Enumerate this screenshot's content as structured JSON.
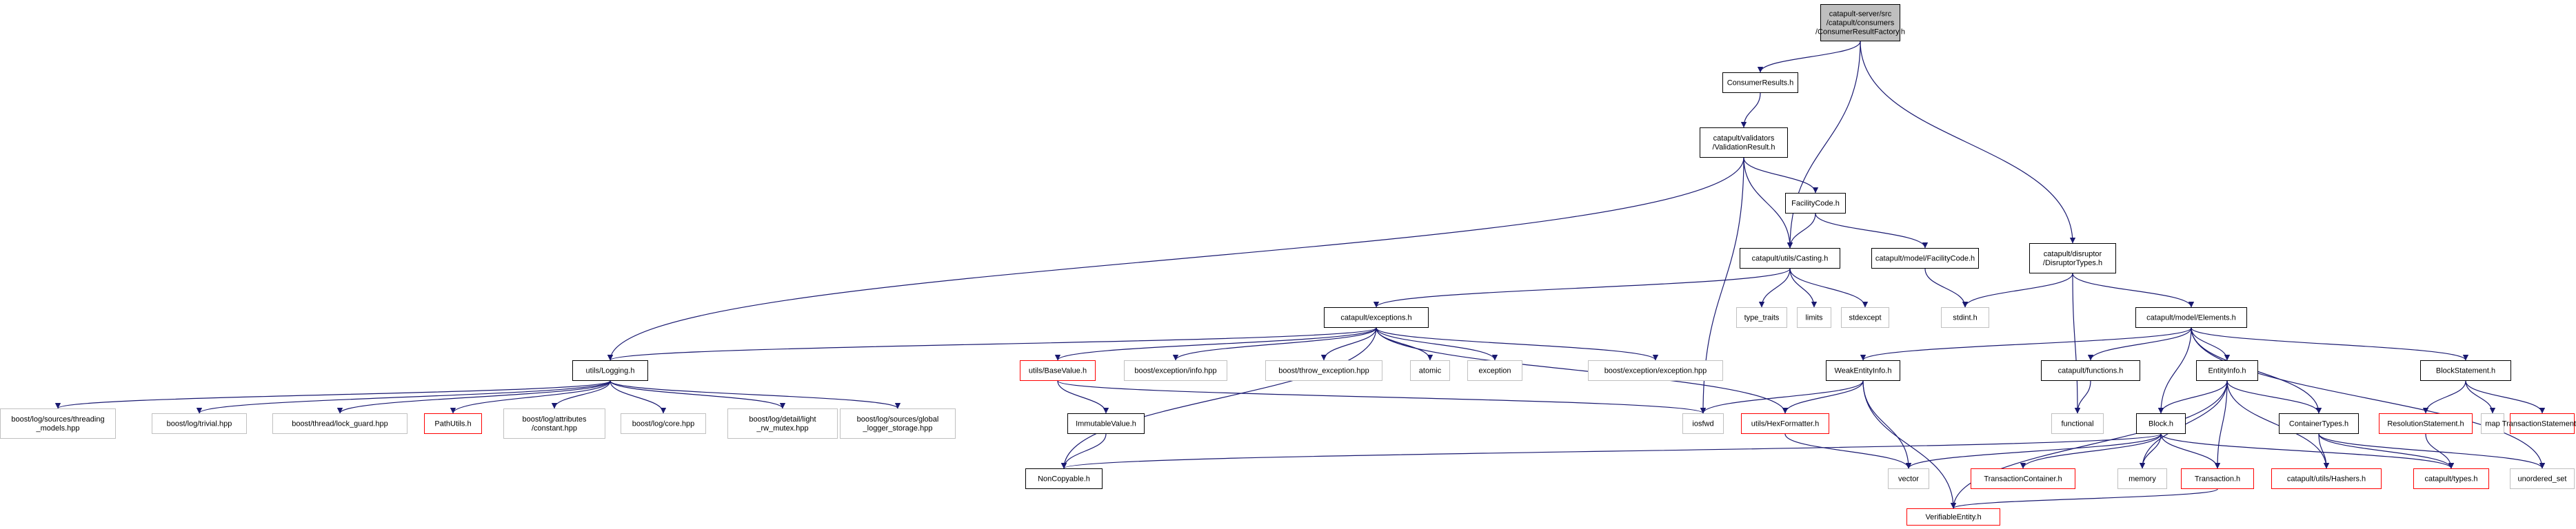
{
  "colors": {
    "edge": "#191970",
    "box_border": "#000000",
    "external_border": "#c0c0c0",
    "undocumented_border": "#ff0000",
    "root_fill": "#bfbfbf",
    "text": "#000000"
  },
  "nodes": [
    {
      "id": "root",
      "lines": [
        "catapult-server/src",
        "/catapult/consumers",
        "/ConsumerResultFactory.h"
      ],
      "style": "root"
    },
    {
      "id": "consumerresults",
      "lines": [
        "ConsumerResults.h"
      ],
      "style": "normal"
    },
    {
      "id": "validationresult",
      "lines": [
        "catapult/validators",
        "/ValidationResult.h"
      ],
      "style": "normal"
    },
    {
      "id": "facilitycode",
      "lines": [
        "FacilityCode.h"
      ],
      "style": "normal"
    },
    {
      "id": "casting",
      "lines": [
        "catapult/utils/Casting.h"
      ],
      "style": "normal"
    },
    {
      "id": "model-facilitycode",
      "lines": [
        "catapult/model/FacilityCode.h"
      ],
      "style": "normal"
    },
    {
      "id": "disruptortypes",
      "lines": [
        "catapult/disruptor",
        "/DisruptorTypes.h"
      ],
      "style": "normal"
    },
    {
      "id": "type_traits",
      "lines": [
        "type_traits"
      ],
      "style": "external"
    },
    {
      "id": "limits",
      "lines": [
        "limits"
      ],
      "style": "external"
    },
    {
      "id": "stdexcept",
      "lines": [
        "stdexcept"
      ],
      "style": "external"
    },
    {
      "id": "stdint",
      "lines": [
        "stdint.h"
      ],
      "style": "external"
    },
    {
      "id": "exceptions",
      "lines": [
        "catapult/exceptions.h"
      ],
      "style": "normal"
    },
    {
      "id": "elements",
      "lines": [
        "catapult/model/Elements.h"
      ],
      "style": "normal"
    },
    {
      "id": "logging",
      "lines": [
        "utils/Logging.h"
      ],
      "style": "normal"
    },
    {
      "id": "basevalue",
      "lines": [
        "utils/BaseValue.h"
      ],
      "style": "undoc"
    },
    {
      "id": "exc-info",
      "lines": [
        "boost/exception/info.hpp"
      ],
      "style": "external"
    },
    {
      "id": "throw-exc",
      "lines": [
        "boost/throw_exception.hpp"
      ],
      "style": "external"
    },
    {
      "id": "atomic",
      "lines": [
        "atomic"
      ],
      "style": "external"
    },
    {
      "id": "exception",
      "lines": [
        "exception"
      ],
      "style": "external"
    },
    {
      "id": "exc-exc",
      "lines": [
        "boost/exception/exception.hpp"
      ],
      "style": "external"
    },
    {
      "id": "weakentityinfo",
      "lines": [
        "WeakEntityInfo.h"
      ],
      "style": "normal"
    },
    {
      "id": "functions",
      "lines": [
        "catapult/functions.h"
      ],
      "style": "normal"
    },
    {
      "id": "entityinfo",
      "lines": [
        "EntityInfo.h"
      ],
      "style": "normal"
    },
    {
      "id": "blockstatement",
      "lines": [
        "BlockStatement.h"
      ],
      "style": "normal"
    },
    {
      "id": "sources-threading",
      "lines": [
        "boost/log/sources/threading",
        "_models.hpp"
      ],
      "style": "external"
    },
    {
      "id": "log-trivial",
      "lines": [
        "boost/log/trivial.hpp"
      ],
      "style": "external"
    },
    {
      "id": "lock-guard",
      "lines": [
        "boost/thread/lock_guard.hpp"
      ],
      "style": "external"
    },
    {
      "id": "pathutils",
      "lines": [
        "PathUtils.h"
      ],
      "style": "undoc"
    },
    {
      "id": "attr-constant",
      "lines": [
        "boost/log/attributes",
        "/constant.hpp"
      ],
      "style": "external"
    },
    {
      "id": "log-core",
      "lines": [
        "boost/log/core.hpp"
      ],
      "style": "external"
    },
    {
      "id": "light-rw",
      "lines": [
        "boost/log/detail/light",
        "_rw_mutex.hpp"
      ],
      "style": "external"
    },
    {
      "id": "global-logger",
      "lines": [
        "boost/log/sources/global",
        "_logger_storage.hpp"
      ],
      "style": "external"
    },
    {
      "id": "immutablevalue",
      "lines": [
        "ImmutableValue.h"
      ],
      "style": "normal"
    },
    {
      "id": "iosfwd",
      "lines": [
        "iosfwd"
      ],
      "style": "external"
    },
    {
      "id": "hexformatter",
      "lines": [
        "utils/HexFormatter.h"
      ],
      "style": "undoc"
    },
    {
      "id": "functional",
      "lines": [
        "functional"
      ],
      "style": "external"
    },
    {
      "id": "block",
      "lines": [
        "Block.h"
      ],
      "style": "normal"
    },
    {
      "id": "containertypes",
      "lines": [
        "ContainerTypes.h"
      ],
      "style": "normal"
    },
    {
      "id": "resolutionstatement",
      "lines": [
        "ResolutionStatement.h"
      ],
      "style": "undoc"
    },
    {
      "id": "map",
      "lines": [
        "map"
      ],
      "style": "external"
    },
    {
      "id": "transactionstatement",
      "lines": [
        "TransactionStatement.h"
      ],
      "style": "undoc"
    },
    {
      "id": "noncopyable",
      "lines": [
        "NonCopyable.h"
      ],
      "style": "normal"
    },
    {
      "id": "vector",
      "lines": [
        "vector"
      ],
      "style": "external"
    },
    {
      "id": "transactioncontainer",
      "lines": [
        "TransactionContainer.h"
      ],
      "style": "undoc"
    },
    {
      "id": "memory",
      "lines": [
        "memory"
      ],
      "style": "external"
    },
    {
      "id": "transaction",
      "lines": [
        "Transaction.h"
      ],
      "style": "undoc"
    },
    {
      "id": "hashers",
      "lines": [
        "catapult/utils/Hashers.h"
      ],
      "style": "undoc"
    },
    {
      "id": "types",
      "lines": [
        "catapult/types.h"
      ],
      "style": "undoc"
    },
    {
      "id": "unordered_set",
      "lines": [
        "unordered_set"
      ],
      "style": "external"
    },
    {
      "id": "verifiableentity",
      "lines": [
        "VerifiableEntity.h"
      ],
      "style": "undoc"
    }
  ],
  "edges": [
    [
      "root",
      "consumerresults"
    ],
    [
      "root",
      "casting"
    ],
    [
      "root",
      "disruptortypes"
    ],
    [
      "consumerresults",
      "validationresult"
    ],
    [
      "validationresult",
      "facilitycode"
    ],
    [
      "validationresult",
      "casting"
    ],
    [
      "validationresult",
      "logging"
    ],
    [
      "validationresult",
      "iosfwd"
    ],
    [
      "facilitycode",
      "casting"
    ],
    [
      "facilitycode",
      "model-facilitycode"
    ],
    [
      "casting",
      "exceptions"
    ],
    [
      "casting",
      "type_traits"
    ],
    [
      "casting",
      "limits"
    ],
    [
      "casting",
      "stdexcept"
    ],
    [
      "model-facilitycode",
      "stdint"
    ],
    [
      "disruptortypes",
      "stdint"
    ],
    [
      "disruptortypes",
      "elements"
    ],
    [
      "disruptortypes",
      "functional"
    ],
    [
      "exceptions",
      "logging"
    ],
    [
      "exceptions",
      "basevalue"
    ],
    [
      "exceptions",
      "exc-info"
    ],
    [
      "exceptions",
      "throw-exc"
    ],
    [
      "exceptions",
      "atomic"
    ],
    [
      "exceptions",
      "exception"
    ],
    [
      "exceptions",
      "exc-exc"
    ],
    [
      "exceptions",
      "noncopyable"
    ],
    [
      "exceptions",
      "hexformatter"
    ],
    [
      "logging",
      "sources-threading"
    ],
    [
      "logging",
      "log-trivial"
    ],
    [
      "logging",
      "lock-guard"
    ],
    [
      "logging",
      "pathutils"
    ],
    [
      "logging",
      "attr-constant"
    ],
    [
      "logging",
      "log-core"
    ],
    [
      "logging",
      "light-rw"
    ],
    [
      "logging",
      "global-logger"
    ],
    [
      "basevalue",
      "immutablevalue"
    ],
    [
      "basevalue",
      "iosfwd"
    ],
    [
      "immutablevalue",
      "noncopyable"
    ],
    [
      "elements",
      "weakentityinfo"
    ],
    [
      "elements",
      "functions"
    ],
    [
      "elements",
      "entityinfo"
    ],
    [
      "elements",
      "blockstatement"
    ],
    [
      "elements",
      "containertypes"
    ],
    [
      "elements",
      "block"
    ],
    [
      "elements",
      "unordered_set"
    ],
    [
      "weakentityinfo",
      "iosfwd"
    ],
    [
      "weakentityinfo",
      "hexformatter"
    ],
    [
      "weakentityinfo",
      "vector"
    ],
    [
      "weakentityinfo",
      "verifiableentity"
    ],
    [
      "functions",
      "functional"
    ],
    [
      "hexformatter",
      "vector"
    ],
    [
      "entityinfo",
      "block"
    ],
    [
      "entityinfo",
      "containertypes"
    ],
    [
      "entityinfo",
      "hashers"
    ],
    [
      "entityinfo",
      "memory"
    ],
    [
      "entityinfo",
      "transaction"
    ],
    [
      "entityinfo",
      "verifiableentity"
    ],
    [
      "block",
      "noncopyable"
    ],
    [
      "block",
      "vector"
    ],
    [
      "block",
      "transactioncontainer"
    ],
    [
      "block",
      "memory"
    ],
    [
      "block",
      "transaction"
    ],
    [
      "block",
      "types"
    ],
    [
      "containertypes",
      "hashers"
    ],
    [
      "containertypes",
      "types"
    ],
    [
      "containertypes",
      "unordered_set"
    ],
    [
      "blockstatement",
      "resolutionstatement"
    ],
    [
      "blockstatement",
      "map"
    ],
    [
      "blockstatement",
      "transactionstatement"
    ],
    [
      "resolutionstatement",
      "types"
    ],
    [
      "transaction",
      "verifiableentity"
    ]
  ]
}
